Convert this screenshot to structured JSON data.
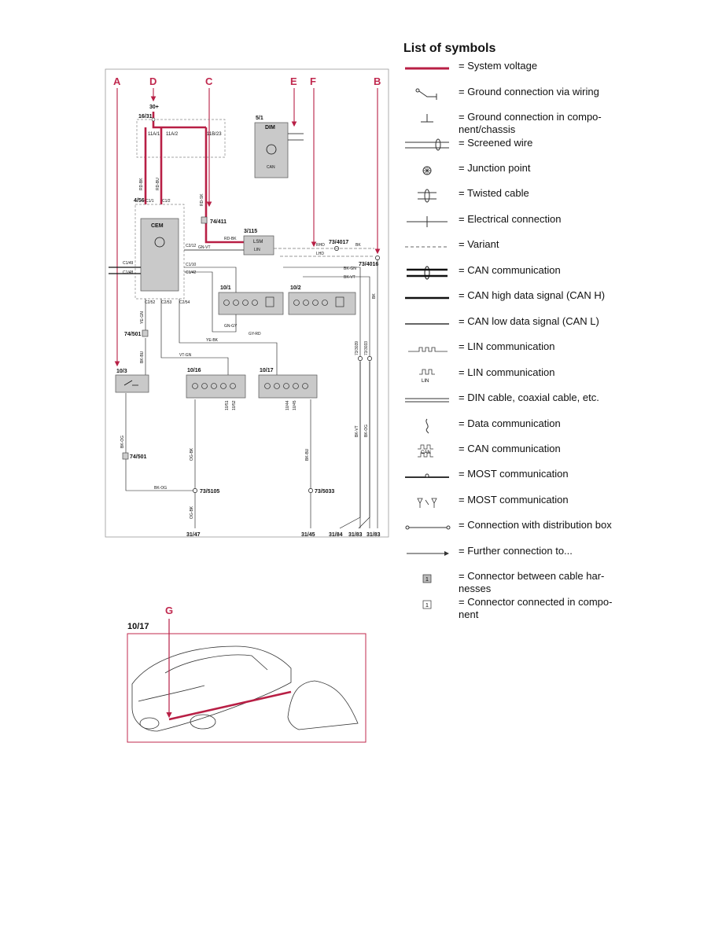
{
  "diagram": {
    "ref_letters": [
      "A",
      "D",
      "C",
      "E",
      "F",
      "B",
      "G"
    ],
    "voltage_label": "30+",
    "fuse_box": {
      "id": "16/31",
      "fuses": [
        "11A/1",
        "11A/2",
        "11B/23"
      ]
    },
    "cem": {
      "id": "4/56",
      "name": "CEM",
      "pins": [
        "C1/1",
        "C1/2",
        "C2/12",
        "C1/10",
        "C1/42",
        "C1/49",
        "C1/48",
        "C2/52",
        "C2/53",
        "C2/54"
      ]
    },
    "dim": {
      "id": "5/1",
      "name": "DIM",
      "can_label": "CAN"
    },
    "lsm": {
      "id": "3/115",
      "name": "LSM",
      "lin_label": "LIN"
    },
    "relay": {
      "id": "10/3"
    },
    "lamps": [
      "10/1",
      "10/2",
      "10/16",
      "10/17"
    ],
    "lamp_sub_labels": [
      "10/51",
      "10/52",
      "10/44",
      "10/45"
    ],
    "connectors": [
      "74/411",
      "74/501",
      "74/501"
    ],
    "junctions": [
      "73/4017",
      "73/4016",
      "73/3039",
      "73/3033",
      "73/5105",
      "73/5033"
    ],
    "grounds": [
      "31/47",
      "31/45",
      "31/84",
      "31/83",
      "31/83"
    ],
    "wire_colors": [
      "RD-BK",
      "RD-BU",
      "RD-SK",
      "RD-BK",
      "GN-VT",
      "BK-GN",
      "BK-VT",
      "GN-GY",
      "GY-RD",
      "YE-GN",
      "VT-GN",
      "YE-BK",
      "BK-BU",
      "BK-OG",
      "OG-BK",
      "BK-VT",
      "BK-OG",
      "BK",
      "BK-BU",
      "OG-BK"
    ],
    "bus_labels": [
      "RHD",
      "LHD",
      "BK"
    ],
    "insert": {
      "id": "10/17"
    }
  },
  "legend": {
    "title": "List of symbols",
    "items": [
      "= System voltage",
      "= Ground connection via wiring",
      "= Ground connection in compo-nent/chassis",
      "= Screened wire",
      "= Junction point",
      "= Twisted cable",
      "= Electrical connection",
      "= Variant",
      "= CAN communication",
      "= CAN high data signal (CAN H)",
      "= CAN low data signal (CAN L)",
      "= LIN communication",
      "= LIN communication",
      "= DIN cable, coaxial cable, etc.",
      "= Data communication",
      "= CAN communication",
      "= MOST communication",
      "= MOST communication",
      "= Connection with distribution box",
      "= Further connection to...",
      "= Connector between cable har-nesses",
      "= Connector connected in compo-nent"
    ],
    "symbol_labels": {
      "lin": "LIN",
      "can": "CAN",
      "connector": "1"
    }
  },
  "colors": {
    "system_voltage": "#b81f45",
    "ref_letter": "#c0284e",
    "component_fill": "#c9c9c9",
    "frame": "#c0284e"
  }
}
